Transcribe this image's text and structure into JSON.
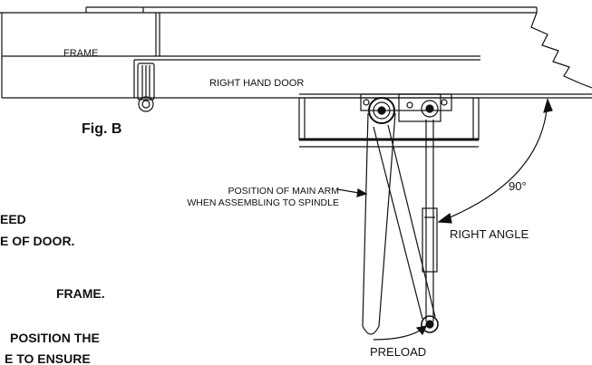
{
  "labels": {
    "frame": "FRAME",
    "right_hand_door": "RIGHT HAND DOOR",
    "figure": "Fig. B",
    "position_line1": "POSITION OF MAIN ARM",
    "position_line2": "WHEN ASSEMBLING TO SPINDLE",
    "angle": "90°",
    "right_angle": "RIGHT ANGLE",
    "preload": "PRELOAD"
  },
  "side_text": [
    "EED",
    "E OF DOOR.",
    "FRAME.",
    "POSITION THE",
    "E TO ENSURE"
  ]
}
